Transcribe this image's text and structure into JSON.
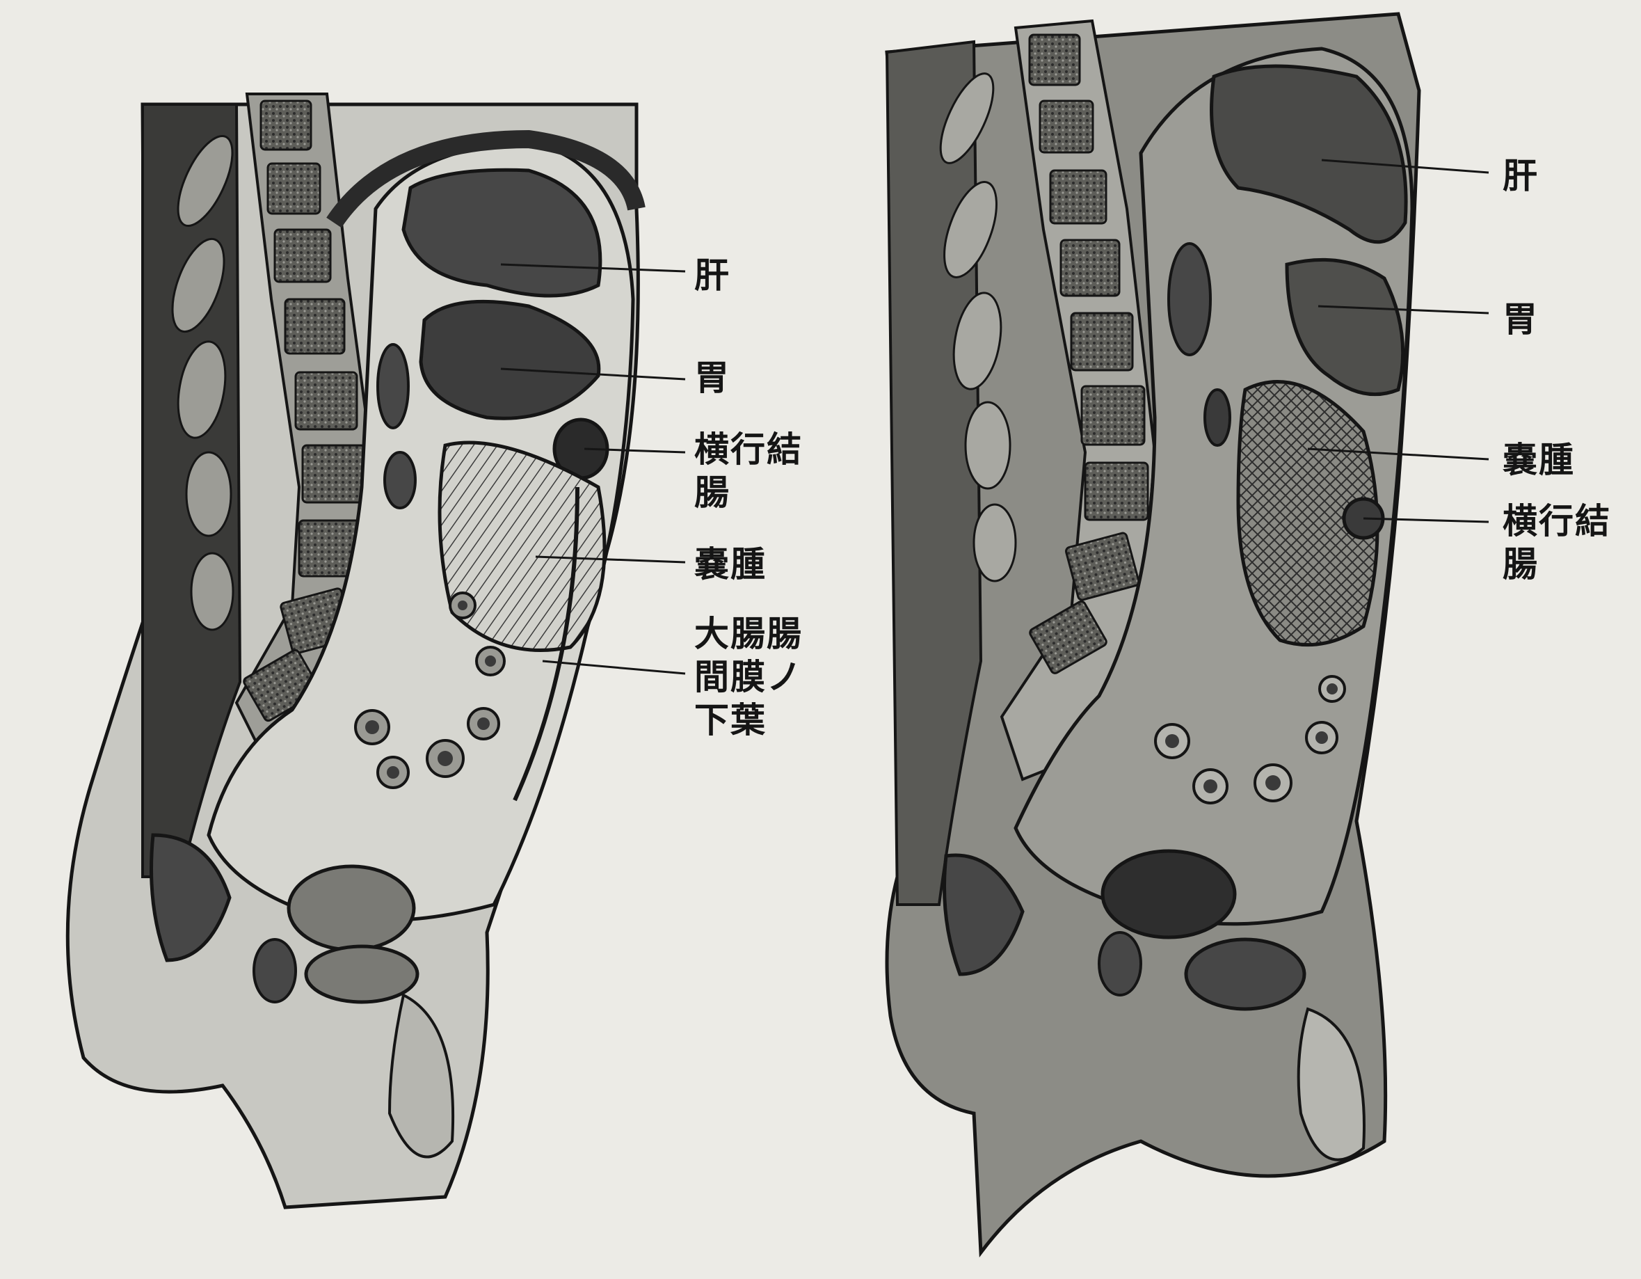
{
  "colors": {
    "paper": "#ecebe6",
    "tissue": "#c8c8c2",
    "cavity": "#d6d6d0",
    "dark_organ": "#474747",
    "mid_organ": "#7a7a75",
    "spine": "#6d6d68",
    "ink": "#151515"
  },
  "icons": [
    "sagittal-section-left",
    "sagittal-section-right"
  ],
  "left_figure": {
    "labels": {
      "liver": "肝",
      "stomach": "胃",
      "transverse_colon": "横行結\n腸",
      "cyst": "嚢腫",
      "mesocolon": "大腸腸\n間膜ノ\n下葉"
    }
  },
  "right_figure": {
    "labels": {
      "liver": "肝",
      "stomach": "胃",
      "cyst": "嚢腫",
      "transverse_colon": "横行結\n腸"
    }
  }
}
